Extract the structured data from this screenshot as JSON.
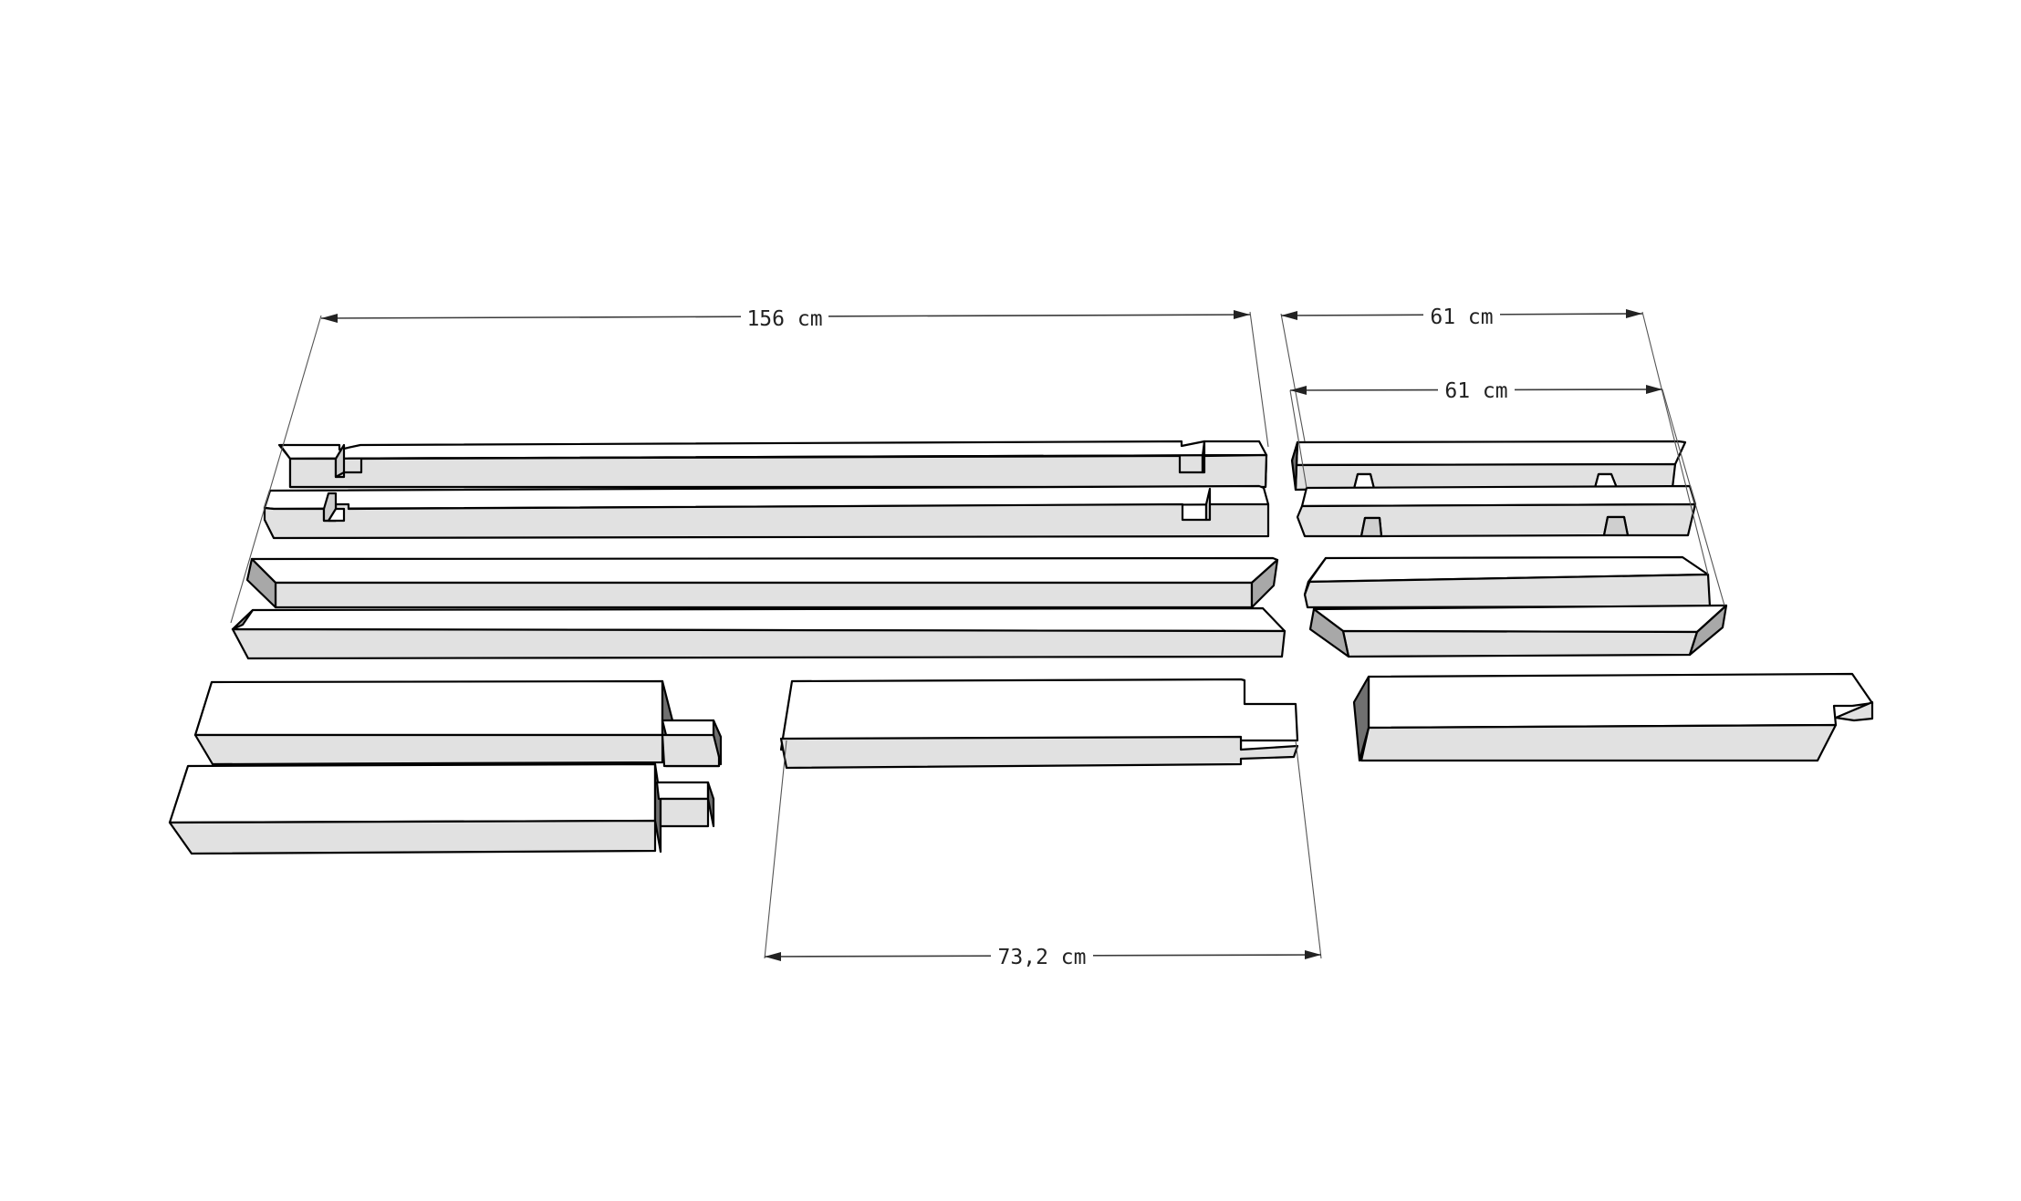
{
  "dimensions": {
    "long_rail_length": "156 cm",
    "short_rail_top_length": "61 cm",
    "short_rail_second_length": "61 cm",
    "leg_length": "73,2 cm"
  }
}
